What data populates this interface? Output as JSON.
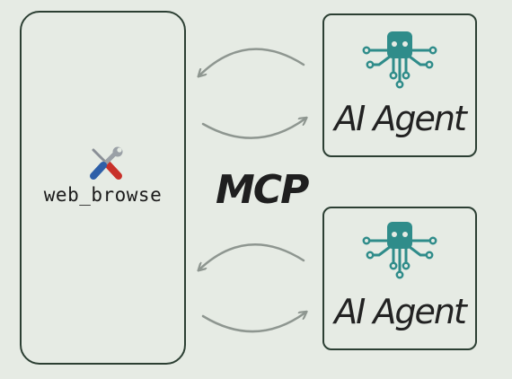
{
  "diagram": {
    "tool": {
      "label": "web_browse",
      "icon": "wrench-screwdriver-icon"
    },
    "protocol_label": "MCP",
    "agents": [
      {
        "label": "AI Agent",
        "icon": "octopus-robot-icon"
      },
      {
        "label": "AI Agent",
        "icon": "octopus-robot-icon"
      }
    ]
  },
  "colors": {
    "background": "#e6ebe4",
    "border": "#2c3f33",
    "agent_icon": "#2f8c8a",
    "arrow": "#8e9690"
  }
}
